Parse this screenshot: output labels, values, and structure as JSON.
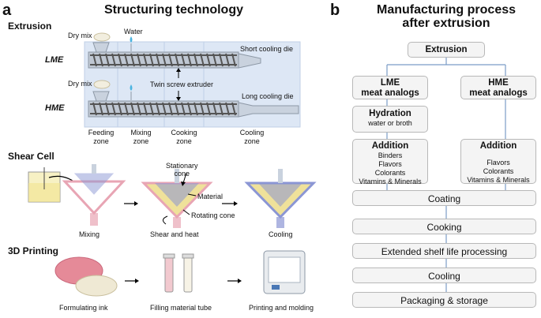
{
  "panel_a": {
    "letter": "a",
    "title": "Structuring technology",
    "extrusion": {
      "heading": "Extrusion",
      "lme_label": "LME",
      "hme_label": "HME",
      "dry_mix_1": "Dry mix",
      "dry_mix_2": "Dry mix",
      "water": "Water",
      "short_die": "Short cooling die",
      "long_die": "Long cooling die",
      "twin_screw": "Twin screw extruder",
      "zones": {
        "feeding_1": "Feeding",
        "feeding_2": "zone",
        "mixing_1": "Mixing",
        "mixing_2": "zone",
        "cooking_1": "Cooking",
        "cooking_2": "zone",
        "cooling_1": "Cooling",
        "cooling_2": "zone"
      }
    },
    "shear_cell": {
      "heading": "Shear Cell",
      "mixing": "Mixing",
      "stationary_1": "Stationary",
      "stationary_2": "cone",
      "material": "Material",
      "rotating": "Rotating cone",
      "shear_heat": "Shear and heat",
      "cooling": "Cooling"
    },
    "printing": {
      "heading": "3D Printing",
      "formulating": "Formulating ink",
      "filling": "Filling material tube",
      "printing": "Printing and molding"
    }
  },
  "panel_b": {
    "letter": "b",
    "title_1": "Manufacturing process",
    "title_2": "after extrusion",
    "extrusion": "Extrusion",
    "lme_1": "LME",
    "lme_2": "meat analogs",
    "hme_1": "HME",
    "hme_2": "meat analogs",
    "hydration_h": "Hydration",
    "hydration_t": "water or broth",
    "addition_lme_h": "Addition",
    "addition_lme_items": [
      "Binders",
      "Flavors",
      "Colorants",
      "Vitamins & Minerals"
    ],
    "addition_hme_h": "Addition",
    "addition_hme_items": [
      "Flavors",
      "Colorants",
      "Vitamins & Minerals"
    ],
    "coating": "Coating",
    "cooking": "Cooking",
    "shelf_life": "Extended shelf life processing",
    "cooling": "Cooling",
    "packaging": "Packaging & storage"
  },
  "colors": {
    "zone_bg": "#dde7f5",
    "screw": "#555555",
    "box_bg": "#f4f4f4",
    "box_border": "#b8b8b8",
    "line": "#7a9cc6",
    "cone_pink": "#e8a5b4",
    "cone_blue": "#8b96d4",
    "cone_yellow": "#efe19a",
    "ink_pink": "#e58a98",
    "ink_cream": "#efe9d4"
  }
}
